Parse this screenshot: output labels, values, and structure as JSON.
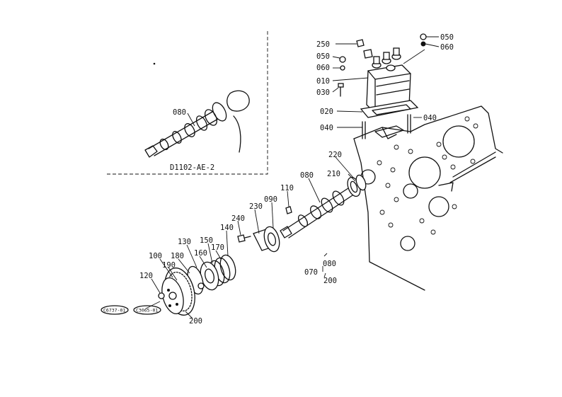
{
  "inset": {
    "caption": "D1102-AE-2",
    "part_label": "080"
  },
  "labels": {
    "p250": "250",
    "p050a": "050",
    "p060a": "060",
    "p010": "010",
    "p030": "030",
    "p020": "020",
    "p040a": "040",
    "p040b": "040",
    "p050b": "050",
    "p060b": "060",
    "p220": "220",
    "p210": "210",
    "p080": "080",
    "p110": "110",
    "p090": "090",
    "p230": "230",
    "p240": "240",
    "p140": "140",
    "p150": "150",
    "p130": "130",
    "p160": "160",
    "p170": "170",
    "p180": "180",
    "p100": "100",
    "p190": "190",
    "p120": "120",
    "p200": "200",
    "p070": "070",
    "p080b": "080",
    "p200b": "200"
  },
  "badges": {
    "left": "C6737-01",
    "right": "C3065-01"
  }
}
